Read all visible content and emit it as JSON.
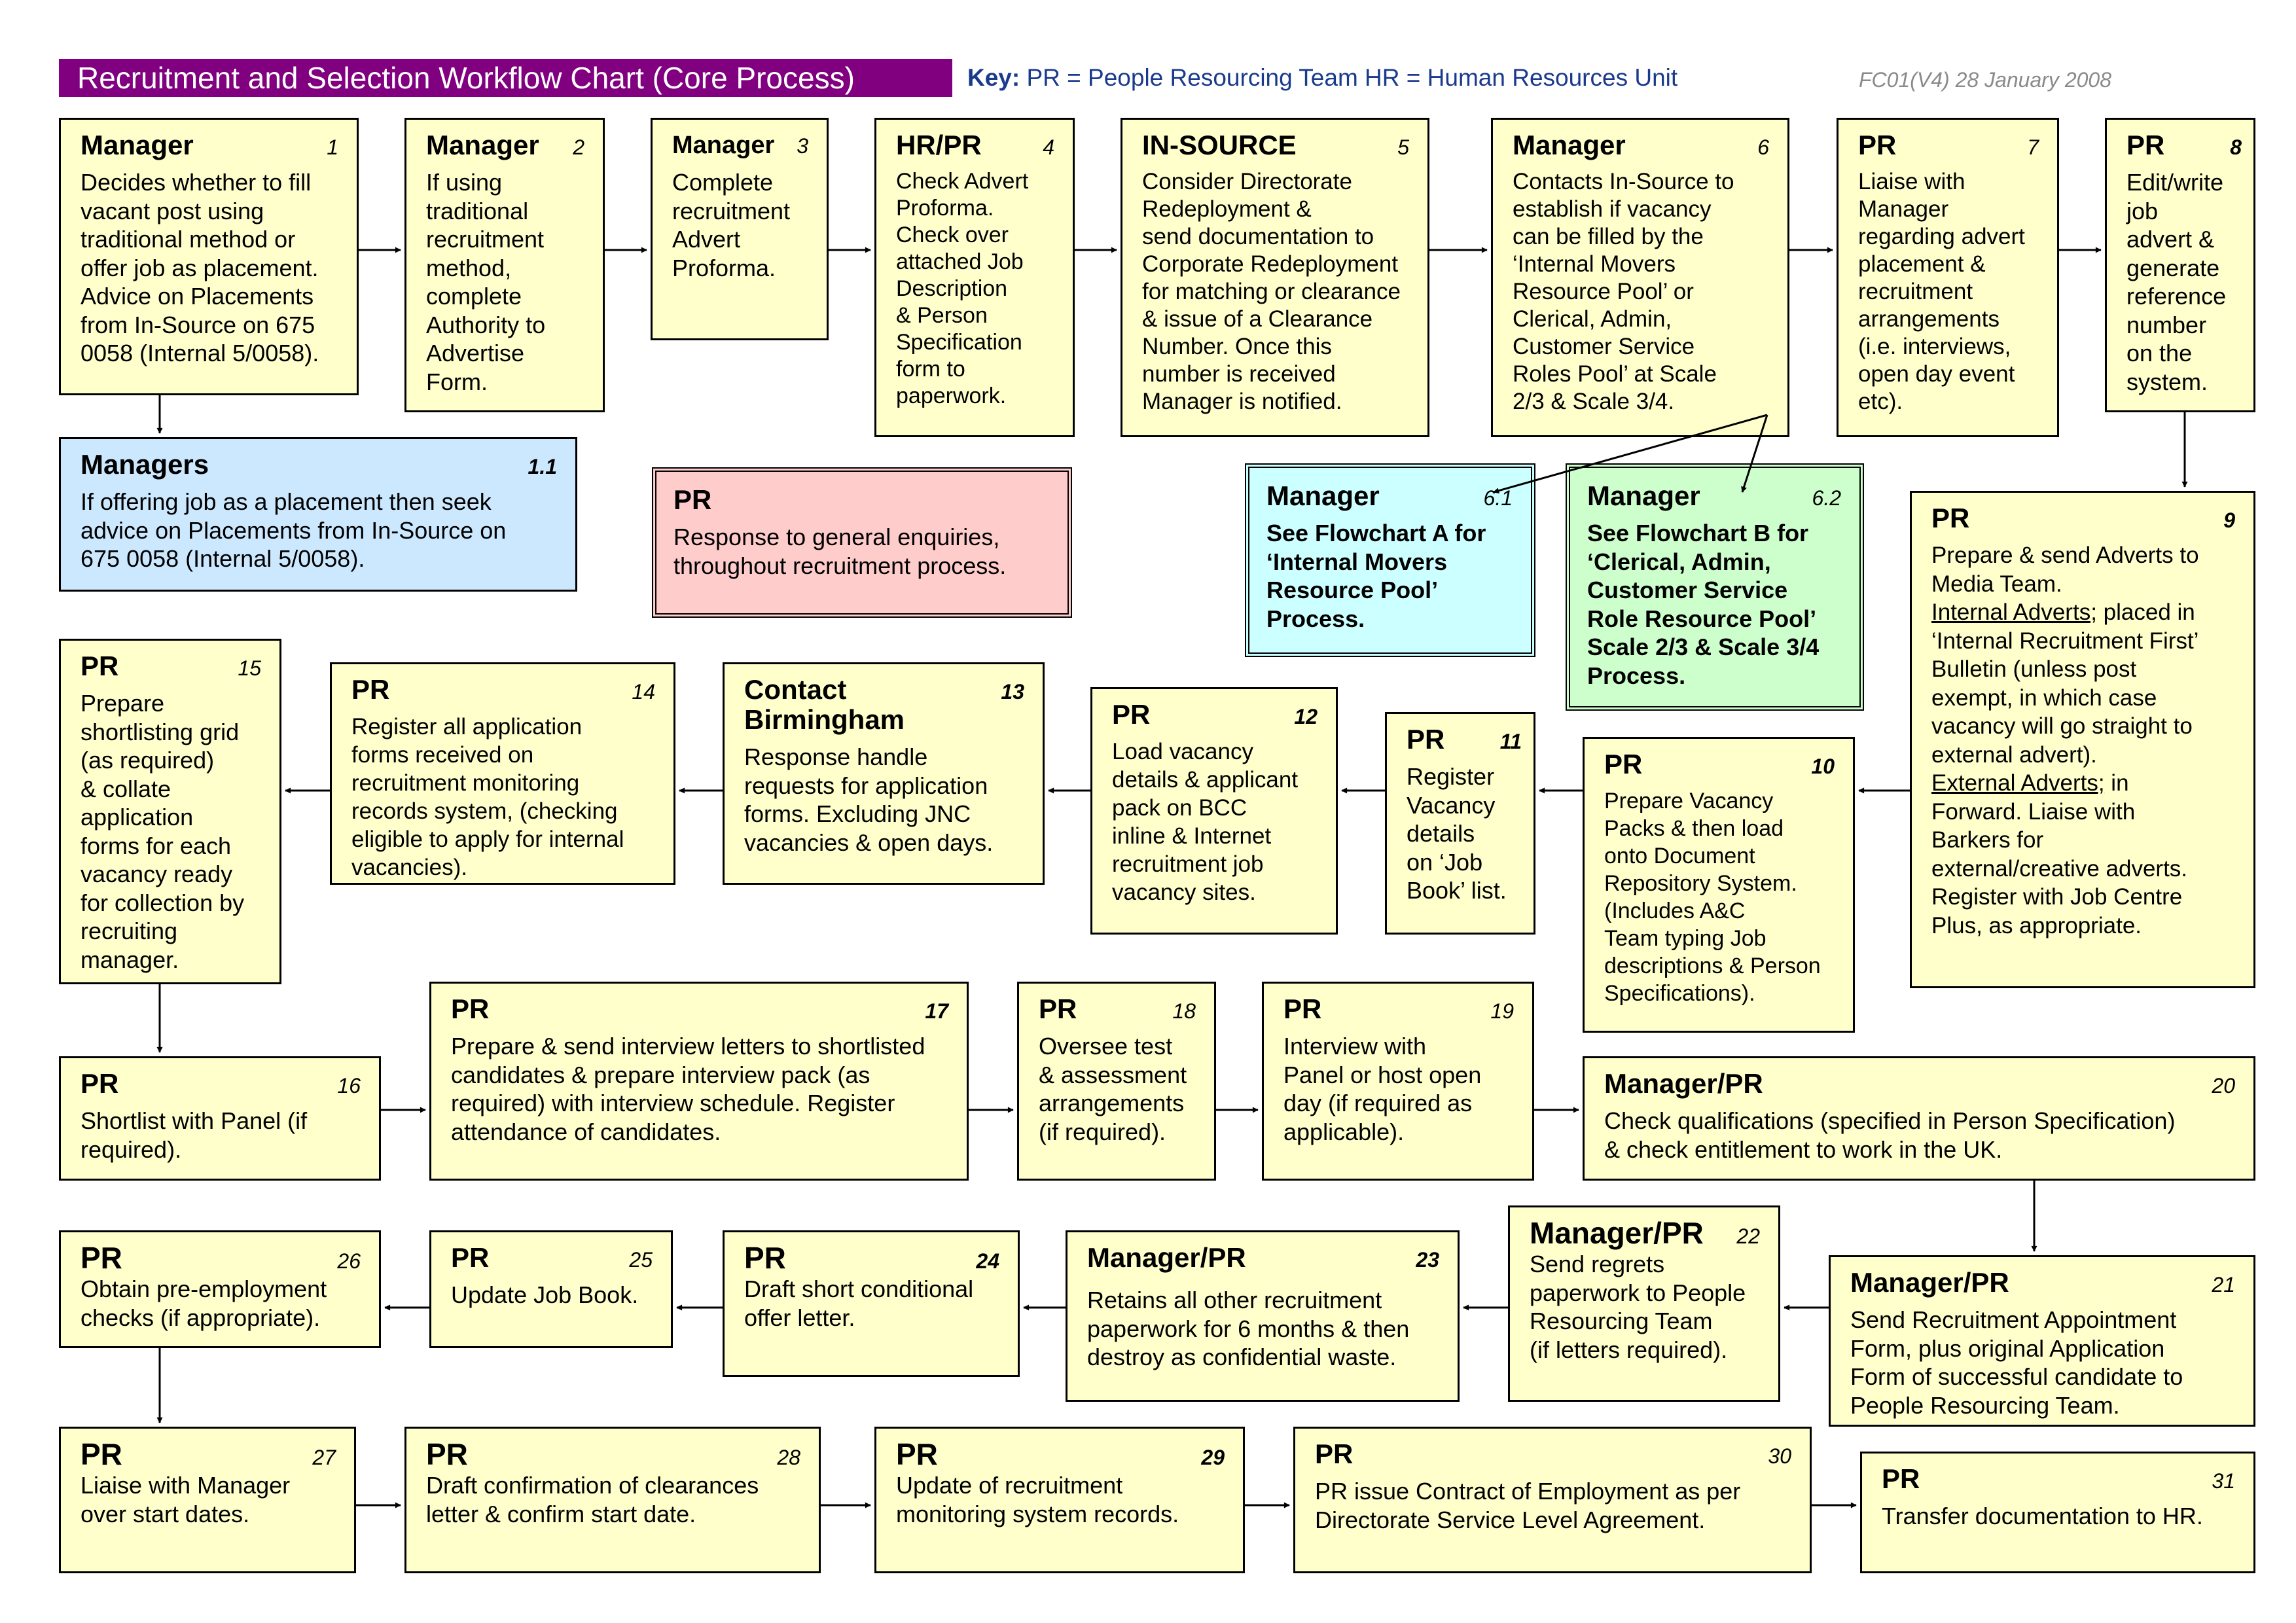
{
  "header": {
    "title": "Recruitment and Selection Workflow Chart (Core Process)",
    "key_label": "Key:",
    "key_text": "PR = People Resourcing Team  HR = Human Resources Unit",
    "reference": "FC01(V4) 28 January 2008"
  },
  "steps": [
    {
      "id": "1",
      "role": "Manager",
      "number": "1",
      "text": "Decides whether to fill\nvacant post using\ntraditional method or\noffer job as placement.\nAdvice on Placements\nfrom In-Source on 675\n0058 (Internal 5/0058)."
    },
    {
      "id": "2",
      "role": "Manager",
      "number": "2",
      "text": "If using\ntraditional\nrecruitment\nmethod,\ncomplete\nAuthority to\nAdvertise\nForm."
    },
    {
      "id": "3",
      "role": "Manager",
      "number": "3",
      "text": "Complete\nrecruitment\nAdvert\nProforma."
    },
    {
      "id": "4",
      "role": "HR/PR",
      "number": "4",
      "text": "Check Advert\nProforma.\nCheck over\nattached Job\nDescription\n& Person\nSpecification\nform to\npaperwork."
    },
    {
      "id": "5",
      "role": "IN-SOURCE",
      "number": "5",
      "text": "Consider Directorate\nRedeployment &\nsend documentation to\nCorporate Redeployment\nfor matching or clearance\n& issue of a Clearance\nNumber. Once  this\nnumber is received\nManager is notified."
    },
    {
      "id": "6",
      "role": "Manager",
      "number": "6",
      "text": "Contacts In-Source to\nestablish if vacancy\ncan be filled by the\n‘Internal Movers\nResource Pool’ or\nClerical, Admin,\nCustomer Service\nRoles Pool’ at Scale\n2/3 & Scale 3/4."
    },
    {
      "id": "7",
      "role": "PR",
      "number": "7",
      "text": "Liaise with\nManager\nregarding advert\nplacement &\nrecruitment\narrangements\n(i.e. interviews,\nopen day event\netc)."
    },
    {
      "id": "8",
      "role": "PR",
      "number": "8",
      "text": "Edit/write\njob\nadvert &\ngenerate\nreference\nnumber\non the\nsystem."
    },
    {
      "id": "1.1",
      "role": "Managers",
      "number": "1.1",
      "text": "If offering job as a placement then seek\nadvice on Placements from In-Source on\n675 0058 (Internal 5/0058)."
    },
    {
      "id": "pr-enquiries",
      "role": "PR",
      "number": "",
      "text": "Response to general enquiries,\nthroughout recruitment process."
    },
    {
      "id": "6.1",
      "role": "Manager",
      "number": "6.1",
      "text": "See Flowchart A for\n‘Internal Movers\nResource Pool’\nProcess."
    },
    {
      "id": "6.2",
      "role": "Manager",
      "number": "6.2",
      "text": "See Flowchart B for\n‘Clerical, Admin,\nCustomer Service\nRole Resource Pool’\nScale 2/3 & Scale 3/4\nProcess."
    },
    {
      "id": "9",
      "role": "PR",
      "number": "9",
      "text_before": "Prepare & send Adverts to\nMedia Team.",
      "internal_label": "Internal Adverts;",
      "internal_text": " placed in\n‘Internal Recruitment First’\nBulletin (unless post\nexempt, in which case\nvacancy will go straight to\nexternal advert).",
      "external_label": "External Adverts;",
      "external_text": " in\nForward. Liaise with\nBarkers for\nexternal/creative adverts.\nRegister with Job Centre\nPlus, as appropriate."
    },
    {
      "id": "10",
      "role": "PR",
      "number": "10",
      "text": "Prepare Vacancy\nPacks &  then load\nonto Document\nRepository System.\n(Includes A&C\nTeam  typing Job\ndescriptions & Person\nSpecifications)."
    },
    {
      "id": "11",
      "role": "PR",
      "number": "11",
      "text": "Register\nVacancy\ndetails\non ‘Job\nBook’ list."
    },
    {
      "id": "12",
      "role": "PR",
      "number": "12",
      "text": "Load vacancy\ndetails & applicant\npack on BCC\ninline & Internet\nrecruitment job\nvacancy sites."
    },
    {
      "id": "13",
      "role": "Contact\nBirmingham",
      "number": "13",
      "text": "Response handle\nrequests for application\nforms. Excluding JNC\nvacancies & open days."
    },
    {
      "id": "14",
      "role": "PR",
      "number": "14",
      "text": "Register all application\nforms received on\nrecruitment monitoring\nrecords system, (checking\neligible to apply for internal\nvacancies)."
    },
    {
      "id": "15",
      "role": "PR",
      "number": "15",
      "text": "Prepare\nshortlisting grid\n(as required)\n& collate\napplication\nforms for each\nvacancy ready\nfor collection by\nrecruiting\nmanager."
    },
    {
      "id": "16",
      "role": "PR",
      "number": "16",
      "text": "Shortlist with Panel (if\nrequired)."
    },
    {
      "id": "17",
      "role": "PR",
      "number": "17",
      "text": "Prepare & send interview letters to shortlisted\ncandidates & prepare interview pack (as\nrequired) with interview schedule. Register\nattendance of candidates."
    },
    {
      "id": "18",
      "role": "PR",
      "number": "18",
      "text": "Oversee test\n& assessment\narrangements\n(if required)."
    },
    {
      "id": "19",
      "role": "PR",
      "number": "19",
      "text": "Interview with\nPanel or host open\nday (if required as\napplicable)."
    },
    {
      "id": "20",
      "role": "Manager/PR",
      "number": "20",
      "text": "Check qualifications (specified in Person Specification)\n& check entitlement to work in the UK."
    },
    {
      "id": "21",
      "role": "Manager/PR",
      "number": "21",
      "text": "Send Recruitment Appointment\nForm, plus original Application\nForm of successful candidate to\nPeople Resourcing Team."
    },
    {
      "id": "22",
      "role": "Manager/PR",
      "number": "22",
      "text": "Send regrets\npaperwork to People\nResourcing Team\n(if letters required)."
    },
    {
      "id": "23",
      "role": "Manager/PR",
      "number": "23",
      "text": "Retains all other recruitment\npaperwork for 6 months & then\ndestroy as confidential waste."
    },
    {
      "id": "24",
      "role": "PR",
      "number": "24",
      "text": "Draft short conditional\noffer letter."
    },
    {
      "id": "25",
      "role": "PR",
      "number": "25",
      "text": "Update Job Book."
    },
    {
      "id": "26",
      "role": "PR",
      "number": "26",
      "text": "Obtain pre-employment\nchecks (if appropriate)."
    },
    {
      "id": "27",
      "role": "PR",
      "number": "27",
      "text": "Liaise with Manager\nover start dates."
    },
    {
      "id": "28",
      "role": "PR",
      "number": "28",
      "text": "Draft confirmation of clearances\nletter & confirm start date."
    },
    {
      "id": "29",
      "role": "PR",
      "number": "29",
      "text": "Update of recruitment\nmonitoring system records."
    },
    {
      "id": "30",
      "role": "PR",
      "number": "30",
      "text": "PR issue Contract of Employment as per\nDirectorate Service Level Agreement."
    },
    {
      "id": "31",
      "role": "PR",
      "number": "31",
      "text": "Transfer documentation to HR."
    }
  ],
  "colors": {
    "title_bar": "#800080",
    "key_text": "#1a3a8c",
    "step_box": "#ffffcc",
    "placement_box": "#cce8ff",
    "enquiries_box": "#ffcccc",
    "flowchart_a_box": "#ccffff",
    "flowchart_b_box": "#ccffcc"
  }
}
